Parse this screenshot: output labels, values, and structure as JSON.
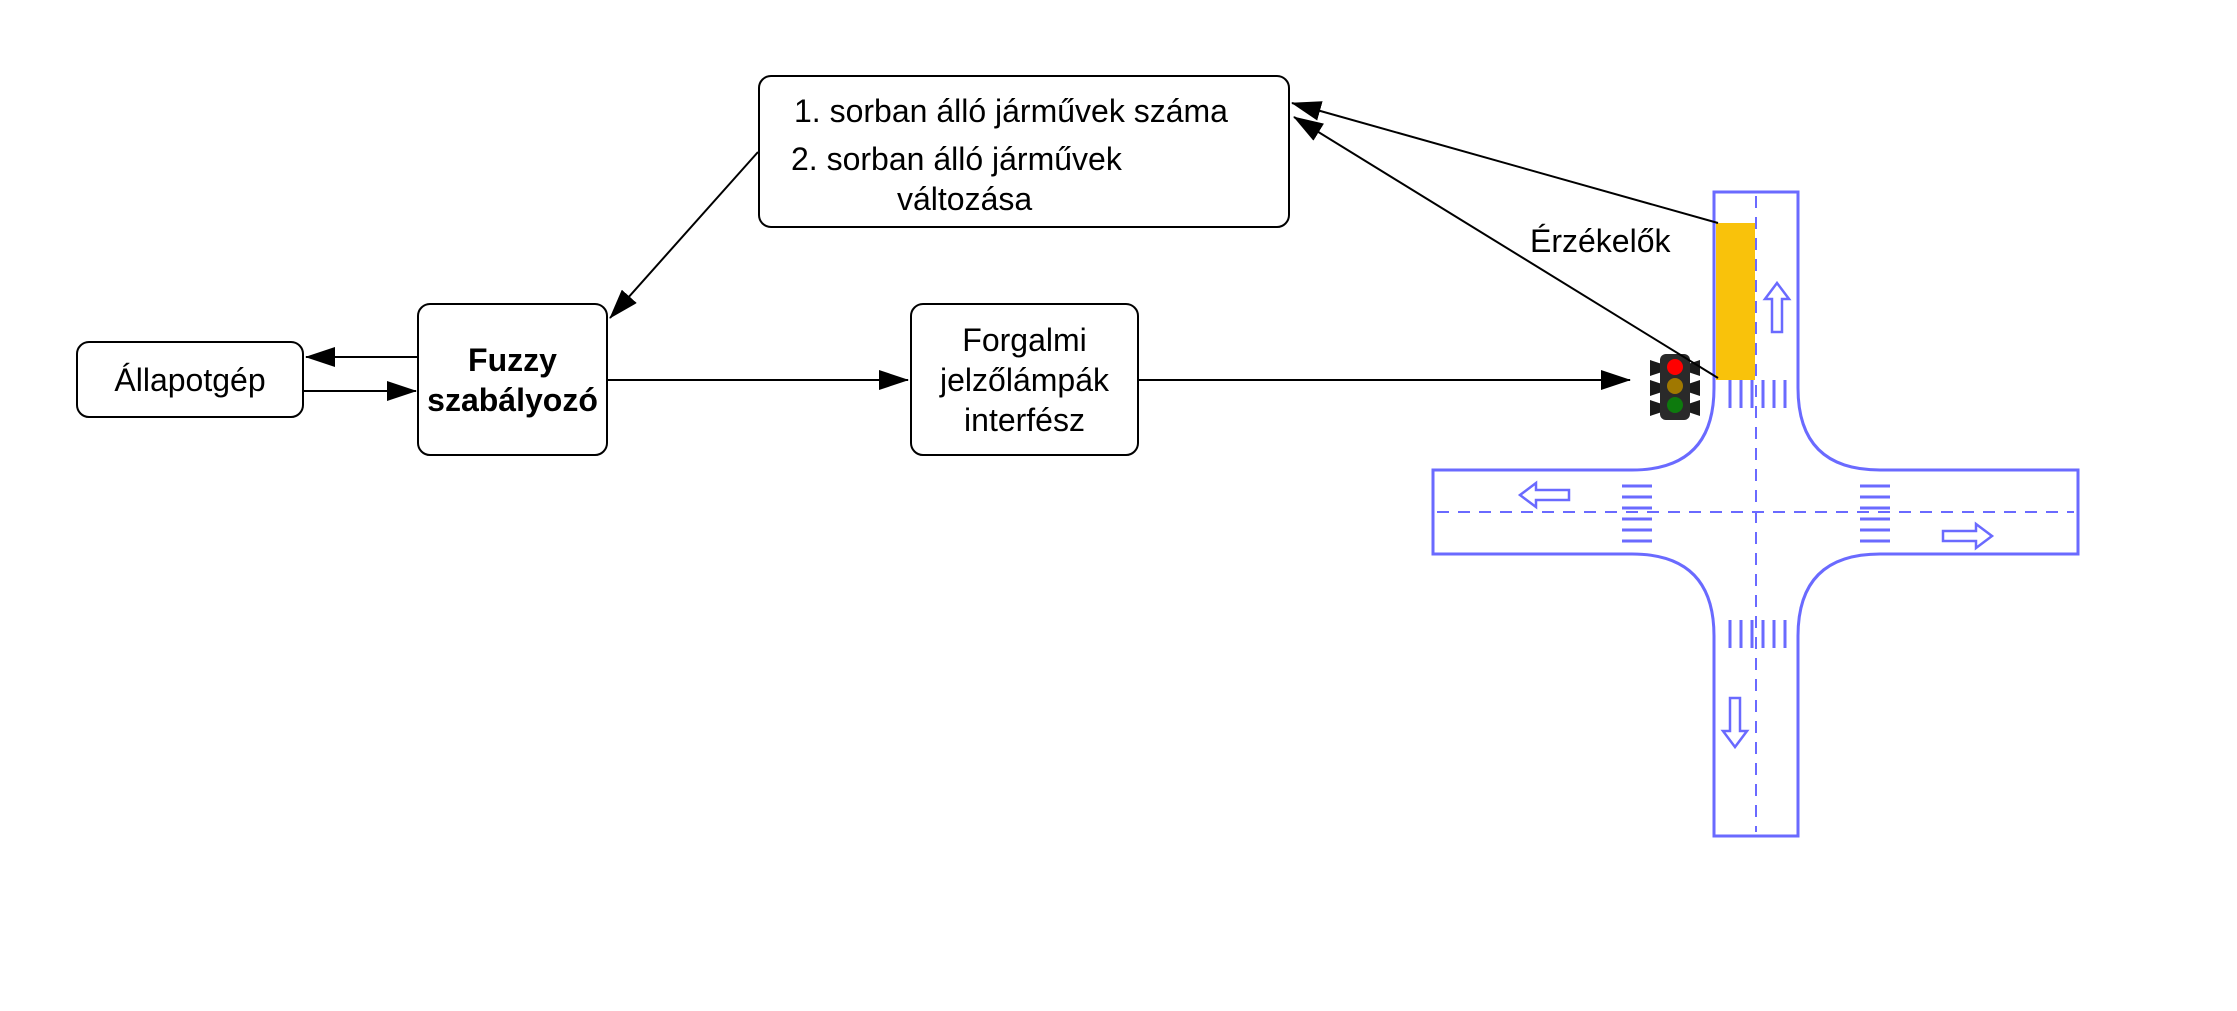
{
  "nodes": {
    "state_machine": {
      "label": "Állapotgép"
    },
    "fuzzy_controller": {
      "line1": "Fuzzy",
      "line2": "szabályozó"
    },
    "traffic_interface": {
      "line1": "Forgalmi",
      "line2": "jelzőlámpák",
      "line3": "interfész"
    },
    "sensor_inputs": {
      "item1": "1. sorban álló járművek száma",
      "item2": "2. sorban álló járművek",
      "item2_cont": "változása"
    }
  },
  "labels": {
    "sensors": "Érzékelők"
  },
  "colors": {
    "road": "#6a6aff",
    "sensor_zone": "#f9c20b",
    "light_red": "#ff0000",
    "light_amber": "#a07800",
    "light_green": "#0d7a0d",
    "light_housing": "#2a2a2a"
  }
}
